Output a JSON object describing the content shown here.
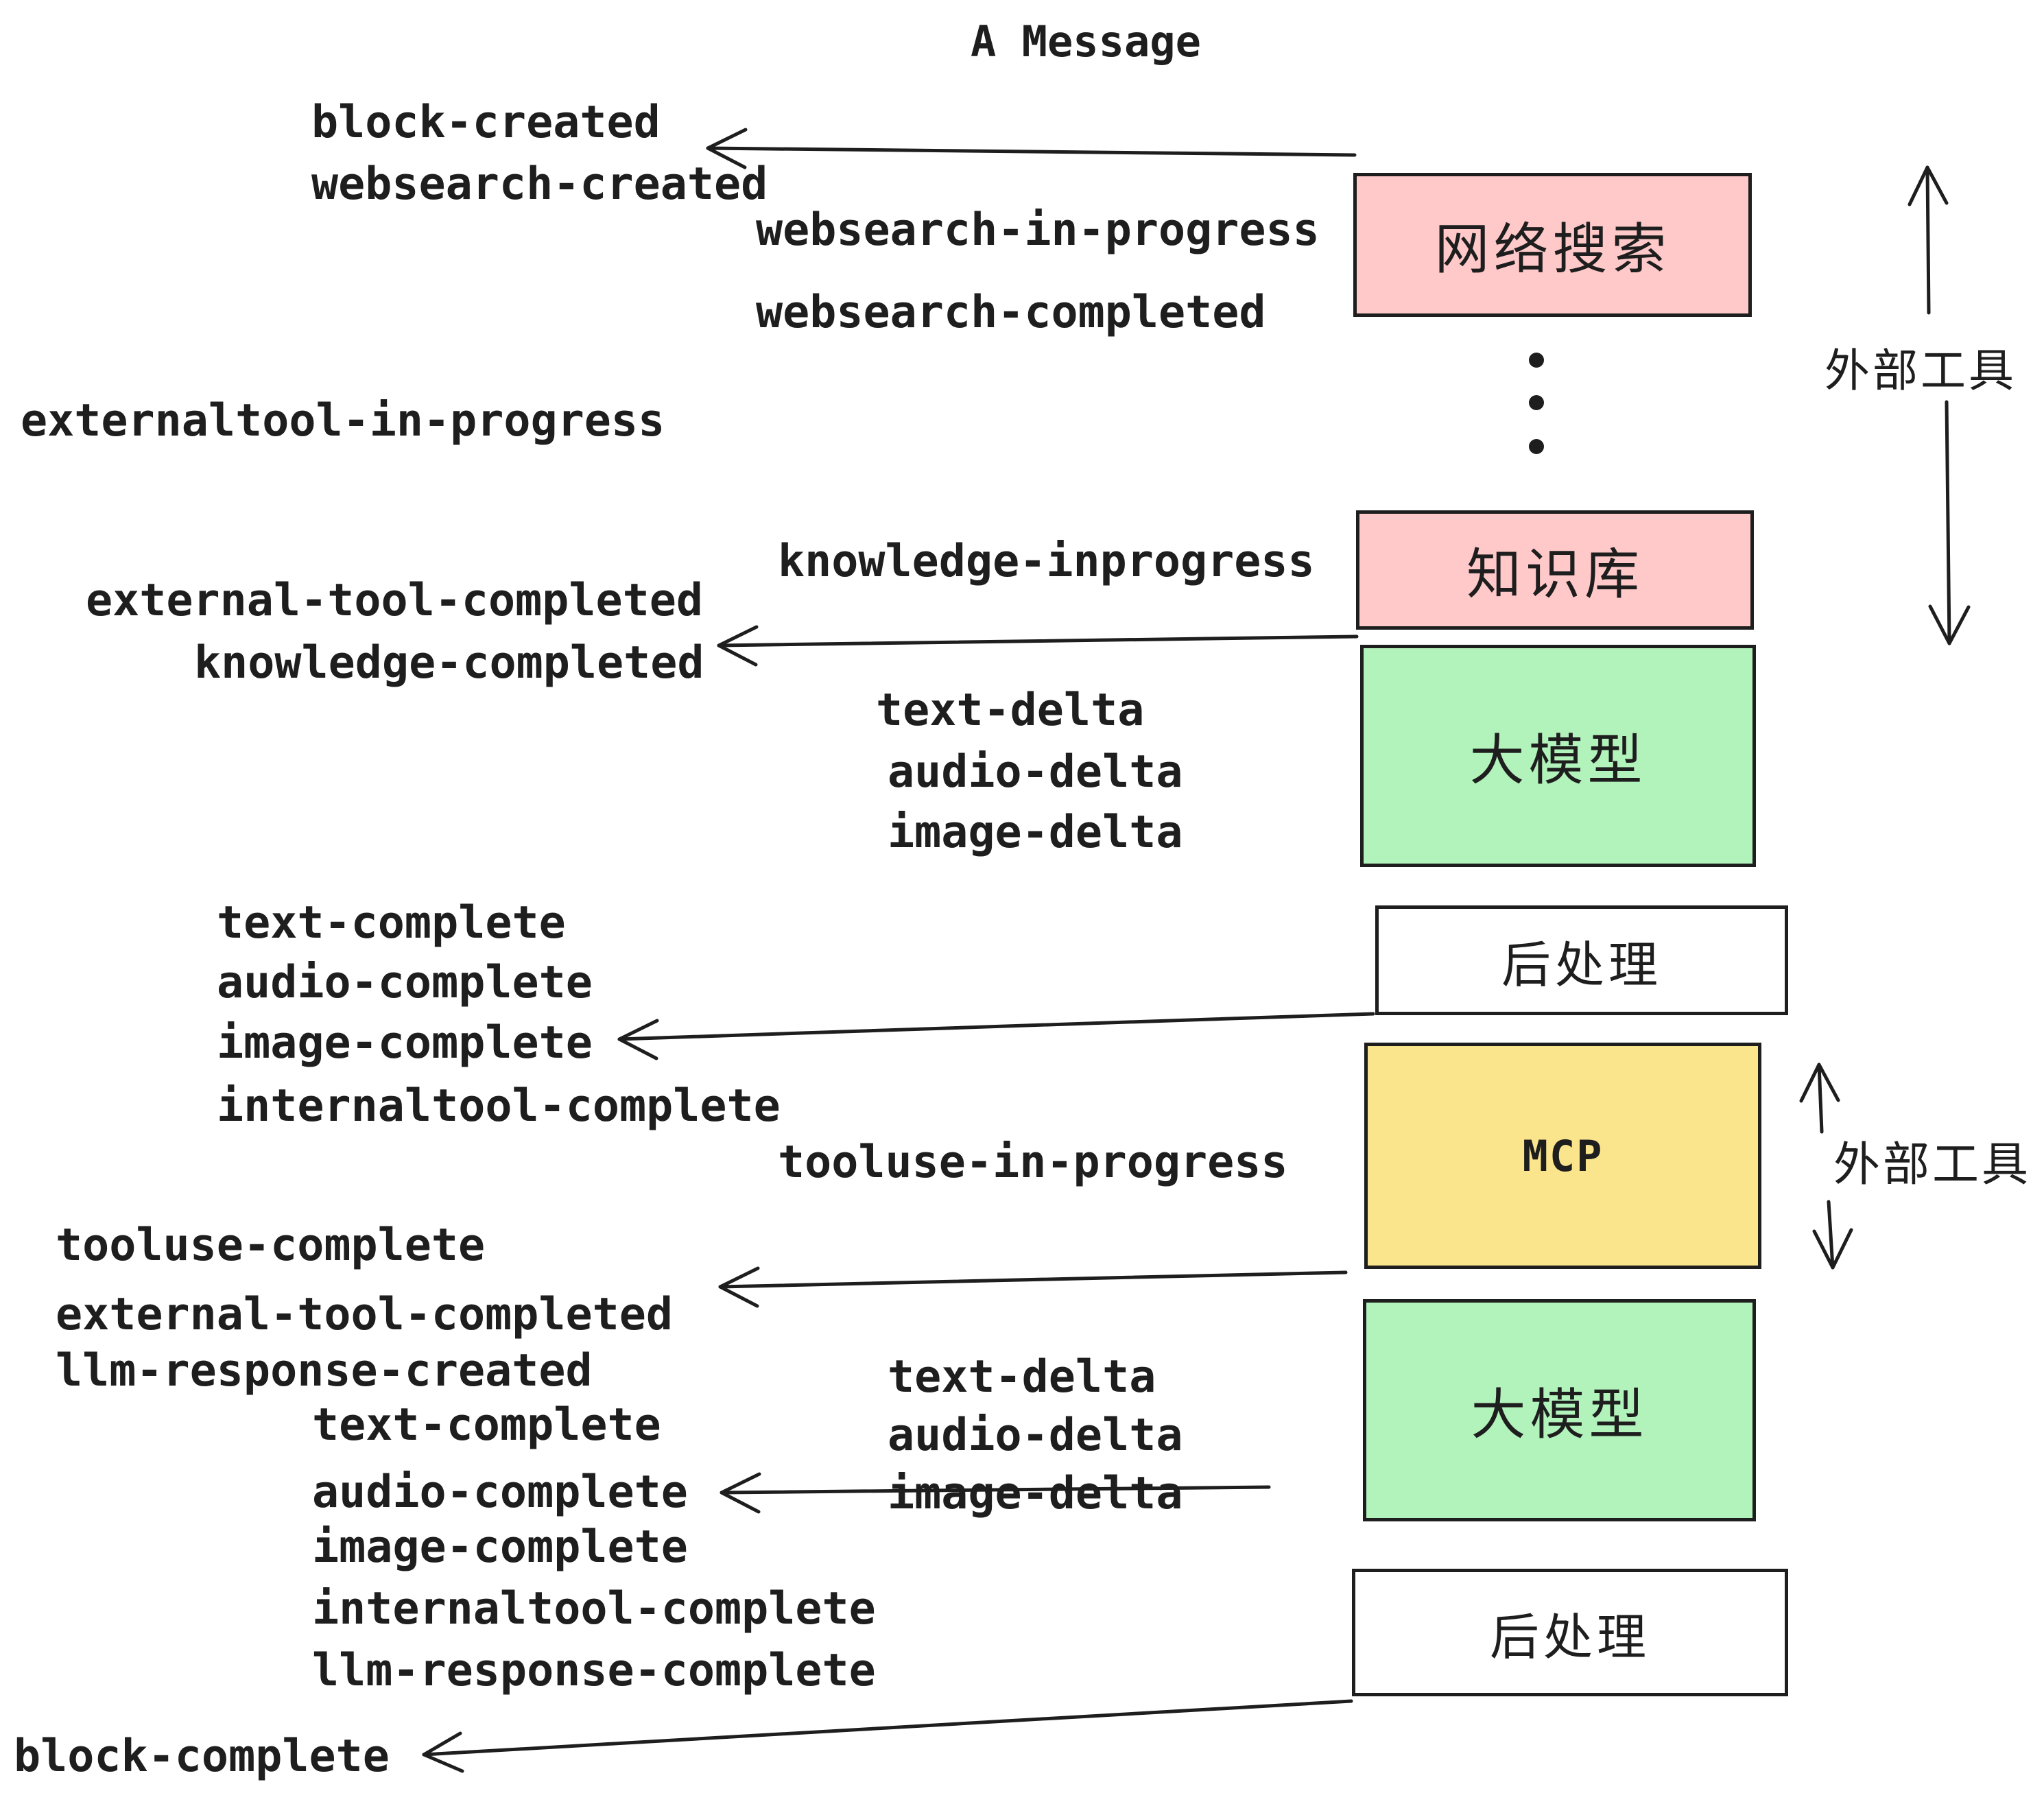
{
  "title": "A Message",
  "colors": {
    "background": "#ffffff",
    "ink": "#1e1e1e",
    "box_pink": "#ffc9c9",
    "box_green": "#b2f2bb",
    "box_yellow": "#fae58c",
    "box_white": "#ffffff"
  },
  "boxes": {
    "websearch": "网络搜索",
    "knowledge": "知识库",
    "llm": "大模型",
    "postprocess": "后处理",
    "mcp": "MCP"
  },
  "side_labels": {
    "external_tools": "外部工具"
  },
  "events": {
    "block_created": "block-created",
    "websearch_created": "websearch-created",
    "websearch_in_progress": "websearch-in-progress",
    "websearch_completed": "websearch-completed",
    "externaltool_in_progress": "externaltool-in-progress",
    "knowledge_inprogress": "knowledge-inprogress",
    "external_tool_completed": "external-tool-completed",
    "knowledge_completed": "knowledge-completed",
    "text_delta": "text-delta",
    "audio_delta": "audio-delta",
    "image_delta": "image-delta",
    "text_complete": "text-complete",
    "audio_complete": "audio-complete",
    "image_complete": "image-complete",
    "internaltool_complete": "internaltool-complete",
    "tooluse_in_progress": "tooluse-in-progress",
    "tooluse_complete": "tooluse-complete",
    "llm_response_created": "llm-response-created",
    "llm_response_complete": "llm-response-complete",
    "block_complete": "block-complete"
  }
}
